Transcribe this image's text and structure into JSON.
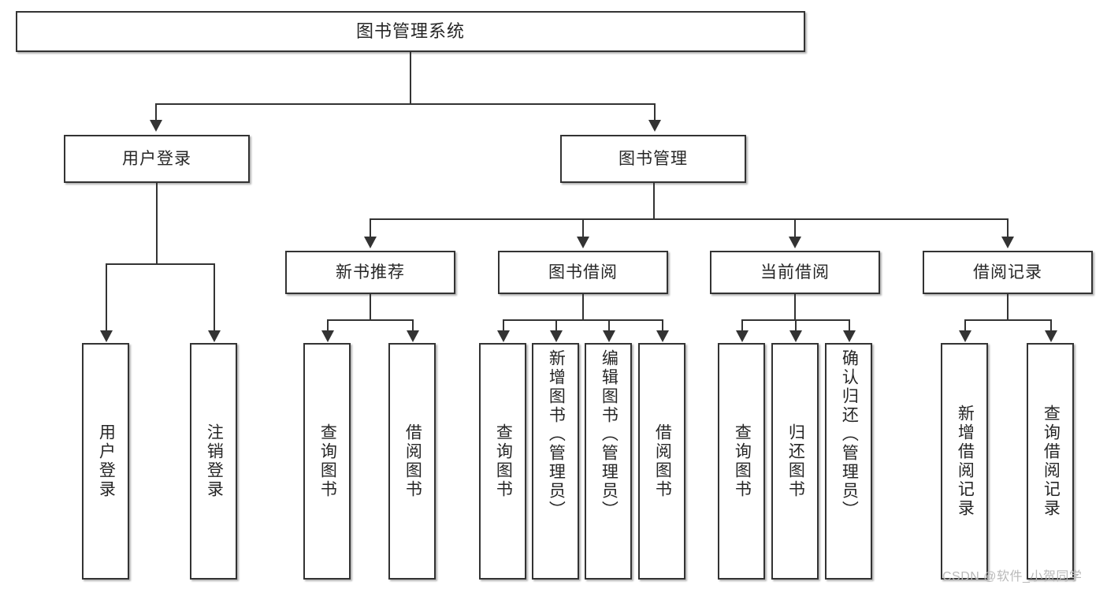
{
  "diagram": {
    "type": "tree-hierarchy",
    "root": {
      "label": "图书管理系统"
    },
    "level2": [
      {
        "label": "用户登录"
      },
      {
        "label": "图书管理"
      }
    ],
    "level3": [
      {
        "label": "新书推荐"
      },
      {
        "label": "图书借阅"
      },
      {
        "label": "当前借阅"
      },
      {
        "label": "借阅记录"
      }
    ],
    "leaves": {
      "user_login": [
        {
          "label": "用户登录"
        },
        {
          "label": "注销登录"
        }
      ],
      "new_book_recommend": [
        {
          "label": "查询图书"
        },
        {
          "label": "借阅图书"
        }
      ],
      "book_borrow": [
        {
          "label": "查询图书"
        },
        {
          "label": "新增图书（管理员）"
        },
        {
          "label": "编辑图书（管理员）"
        },
        {
          "label": "借阅图书"
        }
      ],
      "current_borrow": [
        {
          "label": "查询图书"
        },
        {
          "label": "归还图书"
        },
        {
          "label": "确认归还（管理员）"
        }
      ],
      "borrow_record": [
        {
          "label": "新增借阅记录"
        },
        {
          "label": "查询借阅记录"
        }
      ]
    }
  },
  "watermark": {
    "text": "CSDN @软件_小贺同学"
  },
  "colors": {
    "stroke": "#333333",
    "background": "#ffffff",
    "text": "#262626",
    "watermark": "#b9b9b9"
  }
}
